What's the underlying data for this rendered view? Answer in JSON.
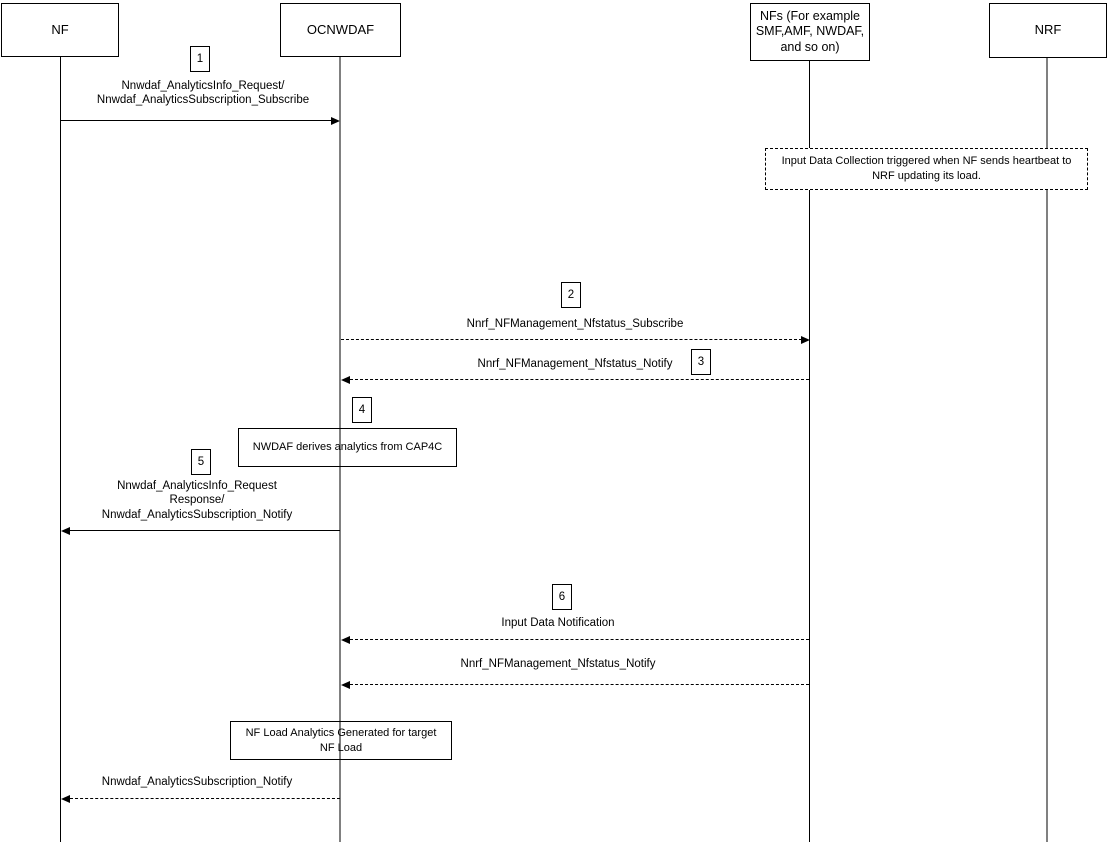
{
  "colors": {
    "background": "#ffffff",
    "border": "#000000",
    "text": "#000000",
    "lifeline_dark": "#000000",
    "lifeline_gray": "#808080"
  },
  "actors": [
    {
      "id": "nf",
      "label": "NF"
    },
    {
      "id": "ocnwdaf",
      "label": "OCNWDAF"
    },
    {
      "id": "nfs",
      "label": "NFs (For example\nSMF,AMF, NWDAF,\nand so on)"
    },
    {
      "id": "nrf",
      "label": "NRF"
    }
  ],
  "note": {
    "text": "Input Data Collection triggered when NF sends heartbeat to\nNRF updating its load."
  },
  "steps": [
    "1",
    "2",
    "3",
    "4",
    "5",
    "6"
  ],
  "messages": [
    {
      "step": "1",
      "label": "Nnwdaf_AnalyticsInfo_Request/\nNnwdaf_AnalyticsSubscription_Subscribe",
      "from": "NF",
      "to": "OCNWDAF",
      "line": "solid"
    },
    {
      "step": "2",
      "label": "Nnrf_NFManagement_Nfstatus_Subscribe",
      "from": "OCNWDAF",
      "to": "NFs",
      "line": "dashed"
    },
    {
      "step": "3",
      "label": "Nnrf_NFManagement_Nfstatus_Notify",
      "from": "NFs",
      "to": "OCNWDAF",
      "line": "dashed"
    },
    {
      "step": "5",
      "label": "Nnwdaf_AnalyticsInfo_Request\nResponse/\nNnwdaf_AnalyticsSubscription_Notify",
      "from": "OCNWDAF",
      "to": "NF",
      "line": "solid"
    },
    {
      "step": "6",
      "label": "Input Data Notification",
      "from": "NFs",
      "to": "OCNWDAF",
      "line": "dashed"
    },
    {
      "step": "",
      "label": "Nnrf_NFManagement_Nfstatus_Notify",
      "from": "NFs",
      "to": "OCNWDAF",
      "line": "dashed"
    },
    {
      "step": "",
      "label": "Nnwdaf_AnalyticsSubscription_Notify",
      "from": "OCNWDAF",
      "to": "NF",
      "line": "dashed"
    }
  ],
  "activities": [
    {
      "step": "4",
      "label": "NWDAF derives analytics from CAP4C"
    },
    {
      "step": "",
      "label": "NF Load Analytics Generated for target\nNF Load"
    }
  ]
}
